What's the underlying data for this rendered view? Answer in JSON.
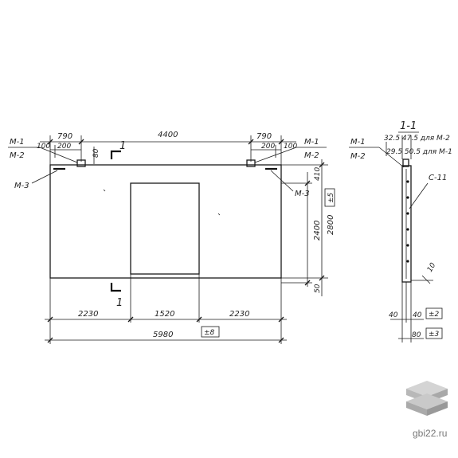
{
  "plan": {
    "dims": {
      "d790_left": "790",
      "d4400": "4400",
      "d790_right": "790",
      "d100_left": "100",
      "d200_left": "200",
      "d200_right": "200",
      "d100_right": "100",
      "d80": "80",
      "d2230_left": "2230",
      "d1520": "1520",
      "d2230_right": "2230",
      "d5980": "5980",
      "d410": "410",
      "d2400": "2400",
      "d2800": "2800",
      "d50": "50"
    },
    "labels": {
      "m1_left": "М-1",
      "m2_left": "М-2",
      "m3_left": "М-3",
      "m1_right": "М-1",
      "m2_right": "М-2",
      "m3_right": "М-3",
      "cut_top": "1",
      "cut_bottom": "1"
    },
    "marks": {
      "pm8": "±8",
      "pm5": "±5"
    }
  },
  "section": {
    "title": "1-1",
    "m1": "М-1",
    "m2": "М-2",
    "note1": "32.5 47.5 для М-2",
    "note2": "29.5 50.5 для М-1",
    "c11": "С-11",
    "d10": "10",
    "d40a": "40",
    "d40b": "40",
    "d80": "80",
    "pm2": "±2",
    "pm3": "±3"
  },
  "watermark": {
    "site": "gbi22.ru"
  }
}
